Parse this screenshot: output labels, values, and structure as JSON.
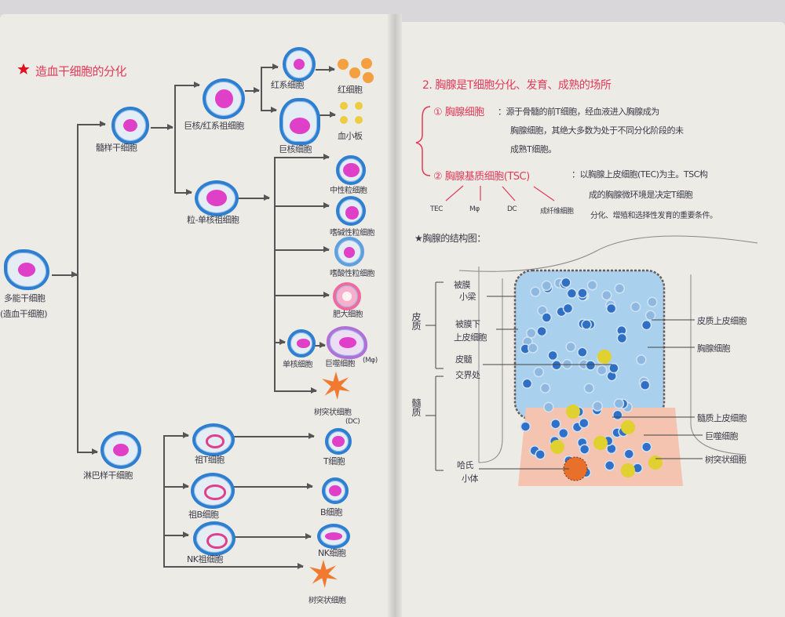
{
  "left_page": {
    "title": "造血干细胞的分化",
    "title_icon": "red-star-icon",
    "cells": {
      "hsc": [
        "多能干细胞",
        "(造血干细胞)"
      ],
      "myeloid_stem": "髓样干细胞",
      "mk_ery_progenitor": "巨核/红系祖细胞",
      "erythroid": "红系细胞",
      "rbc": "红细胞",
      "megakaryocyte": "巨核细胞",
      "platelet": "血小板",
      "gm_progenitor": "粒-单核祖细胞",
      "neutrophil": "中性粒细胞",
      "basophil": "嗜碱性粒细胞",
      "eosinophil": "嗜酸性粒细胞",
      "mast": "肥大细胞",
      "monocyte": "单核细胞",
      "macrophage": "巨噬细胞",
      "macrophage_abbr": "(Mφ)",
      "dc": "树突状细胞",
      "dc_abbr": "(DC)",
      "lymphoid_stem": "淋巴样干细胞",
      "pro_t": "祖T细胞",
      "t_cell": "T细胞",
      "pro_b": "祖B细胞",
      "b_cell": "B细胞",
      "nk_prog": "NK祖细胞",
      "nk_cell": "NK细胞",
      "dc2": "树突状细胞"
    }
  },
  "right_page": {
    "heading": "2. 胸腺是T细胞分化、发育、成熟的场所",
    "item1_label": "① 胸腺细胞",
    "item1_text": [
      "：源于骨髓的前T细胞，经血液进入胸腺成为",
      "胸腺细胞，其绝大多数为处于不同分化阶段的未",
      "成熟T细胞。"
    ],
    "item2_label": "② 胸腺基质细胞(TSC)",
    "item2_text": [
      "：以胸腺上皮细胞(TEC)为主。TSC构",
      "成的胸腺微环境是决定T细胞",
      "分化、增殖和选择性发育的重要条件。"
    ],
    "tsc_types": [
      "TEC",
      "Mφ",
      "DC",
      "成纤维细胞"
    ],
    "structure_title": "★胸腺的结构图：",
    "left_labels": {
      "cortex": "皮质",
      "medulla": "髓质",
      "trabecula": [
        "被膜",
        "小梁"
      ],
      "subcapsular": [
        "被膜下",
        "上皮细胞"
      ],
      "junction": [
        "皮髓",
        "交界处"
      ],
      "hassall": [
        "哈氏",
        "小体"
      ]
    },
    "right_labels": [
      "皮质上皮细胞",
      "胸腺细胞",
      "髓质上皮细胞",
      "巨噬细胞",
      "树突状细胞"
    ]
  },
  "colors": {
    "red_ink": "#e23a5a",
    "cell_border": "#2f7fd0",
    "nucleus": "#e040c8",
    "dc": "#f07a30",
    "cortex": "#a9d0ec",
    "medulla": "#f4c4b0"
  }
}
